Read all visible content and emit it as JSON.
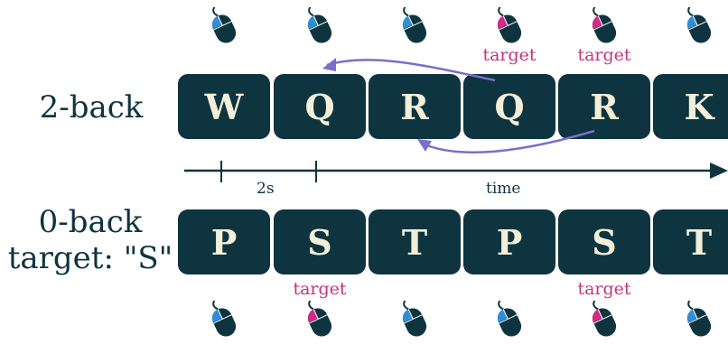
{
  "rows": {
    "two_back": {
      "label": "2-back",
      "letters": [
        "W",
        "Q",
        "R",
        "Q",
        "R",
        "K"
      ],
      "targets": [
        false,
        false,
        false,
        true,
        true,
        false
      ]
    },
    "zero_back": {
      "label": "0-back\ntarget: \"S\"",
      "letters": [
        "P",
        "S",
        "T",
        "P",
        "S",
        "T"
      ],
      "targets": [
        false,
        true,
        false,
        false,
        true,
        false
      ]
    }
  },
  "target_label": "target",
  "timeline": {
    "interval_label": "2s",
    "axis_label": "time"
  },
  "colors": {
    "card": "#0e3440",
    "card_text": "#f2efd8",
    "target": "#c2357c",
    "button_pressed": "#d42a86",
    "button_released": "#2e8fd6",
    "arrow": "#7b6fc9",
    "label": "#0f3441"
  },
  "icons": {
    "mouse": "computer-mouse-icon",
    "backward_arrow": "curved-arrow-icon"
  }
}
